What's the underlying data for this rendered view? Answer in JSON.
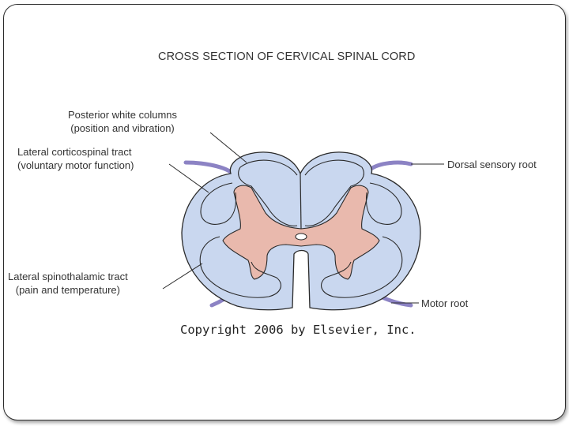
{
  "title": "CROSS SECTION OF CERVICAL SPINAL CORD",
  "labels": {
    "posterior_white_columns": {
      "name": "Posterior white columns",
      "function": "(position and vibration)"
    },
    "lateral_corticospinal": {
      "name": "Lateral corticospinal tract",
      "function": "(voluntary motor function)"
    },
    "lateral_spinothalamic": {
      "name": "Lateral spinothalamic tract",
      "function": "(pain and temperature)"
    },
    "dorsal_sensory_root": "Dorsal sensory root",
    "motor_root": "Motor root"
  },
  "copyright": "Copyright 2006 by Elsevier, Inc.",
  "colors": {
    "white_matter": "#c9d7ef",
    "gray_matter": "#e9b9ad",
    "outline": "#2a2a2a",
    "nerve_root": "#8c83c4"
  }
}
